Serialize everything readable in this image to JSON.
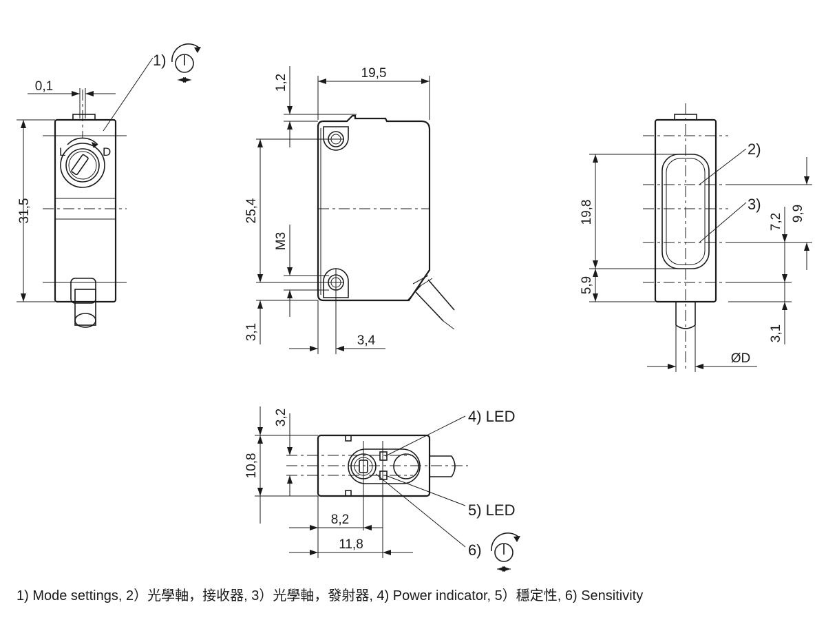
{
  "callouts": {
    "c1": "1)",
    "c2": "2)",
    "c3": "3)",
    "c4": "4) LED",
    "c5": "5) LED",
    "c6": "6)"
  },
  "dimensions": {
    "d_0_1": "0,1",
    "d_31_5": "31,5",
    "d_1_2": "1,2",
    "d_19_5": "19,5",
    "d_25_4": "25,4",
    "d_m3": "M3",
    "d_3_1_front": "3,1",
    "d_3_4": "3,4",
    "d_19_8": "19,8",
    "d_5_9": "5,9",
    "d_7_2": "7,2",
    "d_9_9": "9,9",
    "d_3_1_rear": "3,1",
    "d_od": "ØD",
    "d_3_2": "3,2",
    "d_10_8": "10,8",
    "d_8_2": "8,2",
    "d_11_8": "11,8"
  },
  "knob_marks": {
    "left": "L",
    "right": "D"
  },
  "legend": "1) Mode settings, 2）光學軸，接收器, 3）光學軸，發射器, 4) Power indicator, 5）穩定性, 6) Sensitivity"
}
